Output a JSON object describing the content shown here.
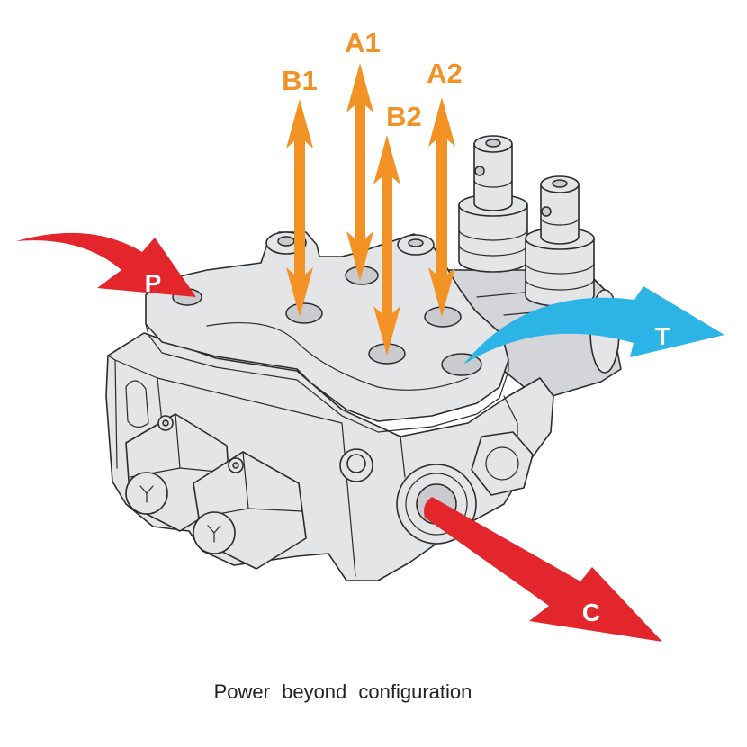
{
  "labels": {
    "b1": "B1",
    "a1": "A1",
    "b2": "B2",
    "a2": "A2",
    "p": "P",
    "t": "T",
    "c": "C"
  },
  "caption": "Power beyond configuration",
  "colors": {
    "work_port_arrow": "#F29225",
    "pressure_arrow": "#E2262B",
    "tank_arrow": "#2CB4E6",
    "valve_body": "#E4E5E7",
    "outline": "#2B2B2B"
  }
}
